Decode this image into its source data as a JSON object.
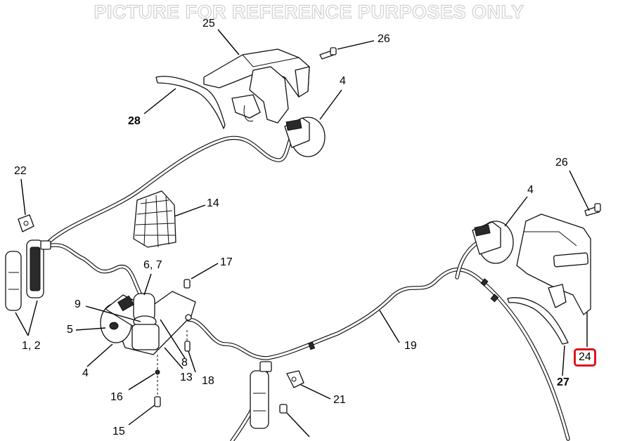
{
  "banner": "PICTURE FOR REFERENCE PURPOSES ONLY",
  "callouts": {
    "c25": "25",
    "c26_top": "26",
    "c4_top": "4",
    "c28": "28",
    "c22": "22",
    "c14": "14",
    "c1_2": "1, 2",
    "c6_7": "6, 7",
    "c17": "17",
    "c9": "9",
    "c5": "5",
    "c4_left": "4",
    "c8": "8",
    "c13": "13",
    "c18": "18",
    "c16": "16",
    "c15": "15",
    "c21": "21",
    "c19": "19",
    "c4_right": "4",
    "c26_right": "26",
    "c27": "27",
    "c24": "24"
  },
  "colors": {
    "highlight_border": "#e0151f",
    "line": "#111111",
    "banner_outline": "#c9c9c9"
  }
}
